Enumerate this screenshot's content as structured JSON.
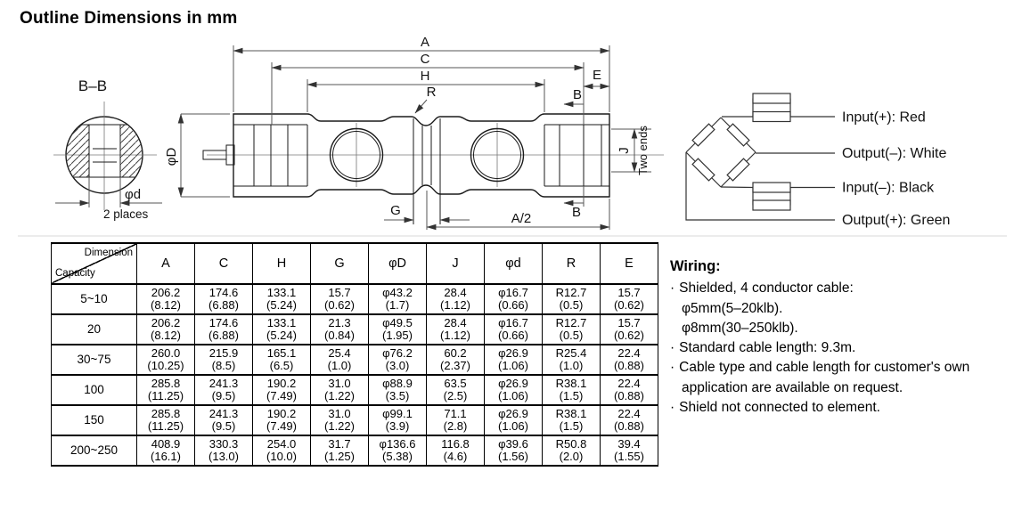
{
  "page": {
    "title": "Outline Dimensions in mm"
  },
  "drawing": {
    "section_label": "B–B",
    "dims": {
      "A": "A",
      "C": "C",
      "H": "H",
      "R": "R",
      "E": "E",
      "B": "B",
      "G": "G",
      "A_half": "A/2",
      "J": "J",
      "phi_D": "φD",
      "phi_d": "φd",
      "two_places": "2 places",
      "two_ends": "Two ends"
    }
  },
  "wiring_diagram": {
    "labels": [
      "Input(+): Red",
      "Output(–): White",
      "Input(–): Black",
      "Output(+): Green"
    ]
  },
  "table": {
    "corner": {
      "top_label": "Dimension",
      "bottom_label": "Capacity"
    },
    "columns": [
      "A",
      "C",
      "H",
      "G",
      "φD",
      "J",
      "φd",
      "R",
      "E"
    ],
    "rows": [
      {
        "capacity": "5~10",
        "cells": [
          "206.2\n(8.12)",
          "174.6\n(6.88)",
          "133.1\n(5.24)",
          "15.7\n(0.62)",
          "φ43.2\n(1.7)",
          "28.4\n(1.12)",
          "φ16.7\n(0.66)",
          "R12.7\n(0.5)",
          "15.7\n(0.62)"
        ]
      },
      {
        "capacity": "20",
        "cells": [
          "206.2\n(8.12)",
          "174.6\n(6.88)",
          "133.1\n(5.24)",
          "21.3\n(0.84)",
          "φ49.5\n(1.95)",
          "28.4\n(1.12)",
          "φ16.7\n(0.66)",
          "R12.7\n(0.5)",
          "15.7\n(0.62)"
        ]
      },
      {
        "capacity": "30~75",
        "cells": [
          "260.0\n(10.25)",
          "215.9\n(8.5)",
          "165.1\n(6.5)",
          "25.4\n(1.0)",
          "φ76.2\n(3.0)",
          "60.2\n(2.37)",
          "φ26.9\n(1.06)",
          "R25.4\n(1.0)",
          "22.4\n(0.88)"
        ]
      },
      {
        "capacity": "100",
        "cells": [
          "285.8\n(11.25)",
          "241.3\n(9.5)",
          "190.2\n(7.49)",
          "31.0\n(1.22)",
          "φ88.9\n(3.5)",
          "63.5\n(2.5)",
          "φ26.9\n(1.06)",
          "R38.1\n(1.5)",
          "22.4\n(0.88)"
        ]
      },
      {
        "capacity": "150",
        "cells": [
          "285.8\n(11.25)",
          "241.3\n(9.5)",
          "190.2\n(7.49)",
          "31.0\n(1.22)",
          "φ99.1\n(3.9)",
          "71.1\n(2.8)",
          "φ26.9\n(1.06)",
          "R38.1\n(1.5)",
          "22.4\n(0.88)"
        ]
      },
      {
        "capacity": "200~250",
        "cells": [
          "408.9\n(16.1)",
          "330.3\n(13.0)",
          "254.0\n(10.0)",
          "31.7\n(1.25)",
          "φ136.6\n(5.38)",
          "116.8\n(4.6)",
          "φ39.6\n(1.56)",
          "R50.8\n(2.0)",
          "39.4\n(1.55)"
        ]
      }
    ]
  },
  "wiring_notes": {
    "heading": "Wiring:",
    "bullet": "·",
    "items": [
      {
        "text": "Shielded, 4 conductor cable:"
      },
      {
        "text": "φ5mm(5–20klb)."
      },
      {
        "text": "φ8mm(30–250klb)."
      },
      {
        "text": "Standard cable length: 9.3m."
      },
      {
        "text": "Cable type and cable length for customer's own application are available on request."
      },
      {
        "text": "Shield not connected to element."
      }
    ]
  }
}
